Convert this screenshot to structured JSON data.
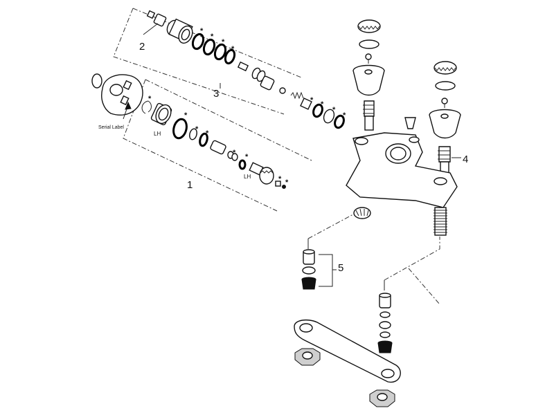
{
  "callouts": {
    "c1": "1",
    "c2": "2",
    "c3": "3",
    "c4": "4",
    "c5": "5"
  },
  "labels": {
    "serial_label": "Serial Label",
    "lh_left": "LH",
    "lh_right": "LH",
    "asterisk": "*"
  },
  "colors": {
    "line": "#222222",
    "leader_green": "#7fbf7f"
  }
}
